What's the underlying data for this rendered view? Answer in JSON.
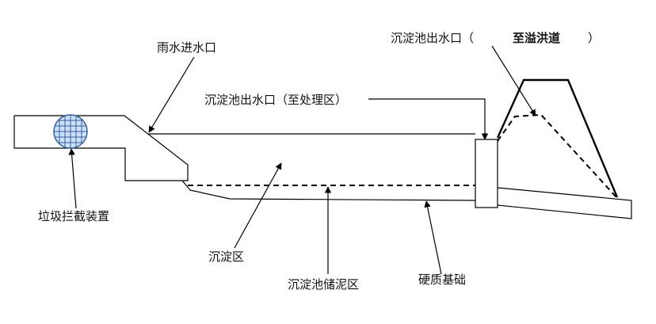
{
  "labels": {
    "rain_inlet": "雨水进水口",
    "outlet_treatment": "沉淀池出水口（至处理区）",
    "outlet_spill_prefix": "沉淀池出水口（",
    "outlet_spill_mid": "至溢洪道",
    "outlet_spill_suffix": "）",
    "garbage_device": "垃圾拦截装置",
    "settling_zone": "沉淀区",
    "sludge_storage": "沉淀池储泥区",
    "hard_foundation": "硬质基础"
  },
  "colors": {
    "stroke": "#000000",
    "screen_fill": "#cfe0f4",
    "screen_grid": "#2f5fa8"
  }
}
